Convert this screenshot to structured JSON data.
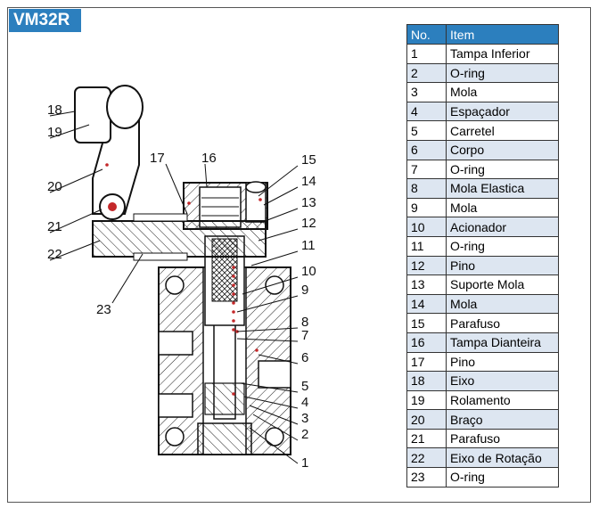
{
  "title": "VM32R",
  "table": {
    "headers": [
      "No.",
      "Item"
    ],
    "rows": [
      {
        "no": "1",
        "item": "Tampa Inferior"
      },
      {
        "no": "2",
        "item": "O-ring"
      },
      {
        "no": "3",
        "item": "Mola"
      },
      {
        "no": "4",
        "item": "Espaçador"
      },
      {
        "no": "5",
        "item": "Carretel"
      },
      {
        "no": "6",
        "item": "Corpo"
      },
      {
        "no": "7",
        "item": "O-ring"
      },
      {
        "no": "8",
        "item": "Mola Elastica"
      },
      {
        "no": "9",
        "item": "Mola"
      },
      {
        "no": "10",
        "item": "Acionador"
      },
      {
        "no": "11",
        "item": "O-ring"
      },
      {
        "no": "12",
        "item": "Pino"
      },
      {
        "no": "13",
        "item": "Suporte Mola"
      },
      {
        "no": "14",
        "item": "Mola"
      },
      {
        "no": "15",
        "item": "Parafuso"
      },
      {
        "no": "16",
        "item": "Tampa Dianteira"
      },
      {
        "no": "17",
        "item": "Pino"
      },
      {
        "no": "18",
        "item": "Eixo"
      },
      {
        "no": "19",
        "item": "Rolamento"
      },
      {
        "no": "20",
        "item": "Braço"
      },
      {
        "no": "21",
        "item": "Parafuso"
      },
      {
        "no": "22",
        "item": "Eixo de Rotação"
      },
      {
        "no": "23",
        "item": "O-ring"
      }
    ]
  },
  "callouts": [
    "1",
    "2",
    "3",
    "4",
    "5",
    "6",
    "7",
    "8",
    "9",
    "10",
    "11",
    "12",
    "13",
    "14",
    "15",
    "16",
    "17",
    "18",
    "19",
    "20",
    "21",
    "22",
    "23"
  ],
  "colors": {
    "accent": "#2c7fbe",
    "row_shade": "#dde6f1"
  }
}
